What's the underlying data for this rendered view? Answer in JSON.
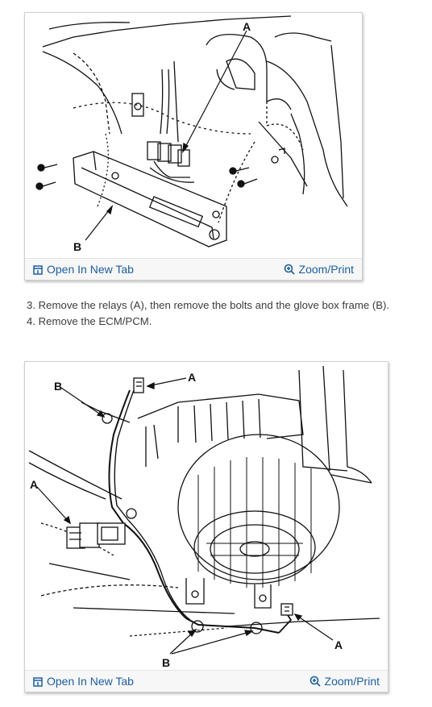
{
  "figure1": {
    "labels": {
      "a": "A",
      "b": "B"
    },
    "open_label": "Open In New Tab",
    "zoom_label": "Zoom/Print",
    "open_icon": "open-new-tab-icon",
    "zoom_icon": "zoom-magnifier-icon"
  },
  "steps": [
    "3. Remove the relays (A), then remove the bolts and the glove box frame (B).",
    "4. Remove the ECM/PCM."
  ],
  "figure2": {
    "labels": {
      "a_top": "A",
      "a_left": "A",
      "a_right": "A",
      "b_top": "B",
      "b_bottom": "B"
    },
    "open_label": "Open In New Tab",
    "zoom_label": "Zoom/Print",
    "open_icon": "open-new-tab-icon",
    "zoom_icon": "zoom-magnifier-icon"
  },
  "colors": {
    "link": "#1a5fa8",
    "text": "#3c3c3c",
    "border": "#cfcfcf"
  }
}
